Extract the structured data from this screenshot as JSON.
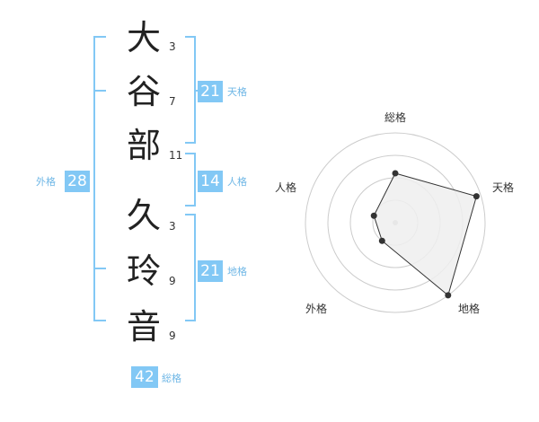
{
  "name": {
    "surname": [
      {
        "char": "大",
        "strokes": "3"
      },
      {
        "char": "谷",
        "strokes": "7"
      },
      {
        "char": "部",
        "strokes": "11"
      }
    ],
    "given": [
      {
        "char": "久",
        "strokes": "3"
      },
      {
        "char": "玲",
        "strokes": "9"
      },
      {
        "char": "音",
        "strokes": "9"
      }
    ]
  },
  "kakusu": {
    "tenkaku": {
      "value": "21",
      "label": "天格"
    },
    "jinkaku": {
      "value": "14",
      "label": "人格"
    },
    "chikaku": {
      "value": "21",
      "label": "地格"
    },
    "gaikaku": {
      "value": "28",
      "label": "外格"
    },
    "soukaku": {
      "value": "42",
      "label": "総格"
    }
  },
  "colors": {
    "accent": "#82c8f5",
    "accent_text": "#6fb7e6",
    "radar_fill": "#eeeeee",
    "radar_stroke": "#333333",
    "grid": "#cccccc"
  },
  "chart_data": {
    "type": "radar",
    "axes": [
      "総格",
      "天格",
      "地格",
      "外格",
      "人格"
    ],
    "values": [
      0.55,
      0.95,
      1.0,
      0.25,
      0.25
    ],
    "range": [
      0,
      1
    ],
    "rings": 4
  }
}
